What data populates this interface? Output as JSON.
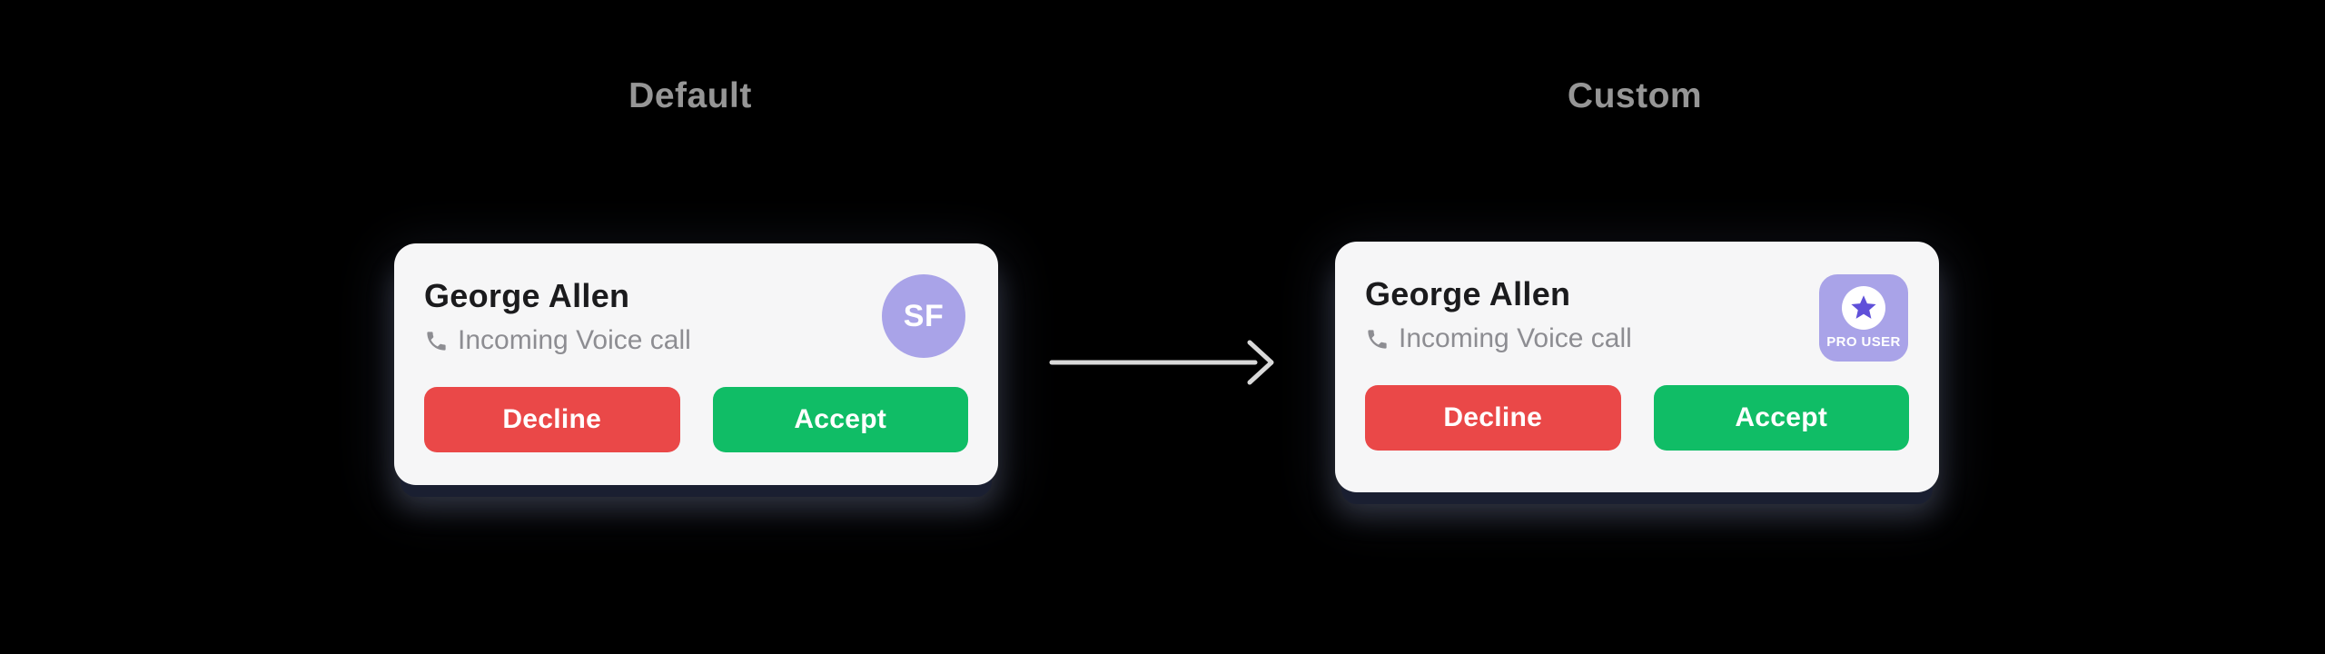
{
  "colors": {
    "background": "#000000",
    "card-bg": "#f6f6f7",
    "title": "#1b1b1d",
    "muted": "#8d8d92",
    "heading": "#969696",
    "purple": "#a9a3e8",
    "star": "#5f50d9",
    "red": "#ea4848",
    "green": "#10bd66",
    "arrow": "#d9d9d9"
  },
  "sections": {
    "default": {
      "heading": "Default",
      "card": {
        "caller_name": "George Allen",
        "call_type": "Incoming Voice call",
        "avatar_initials": "SF",
        "decline_label": "Decline",
        "accept_label": "Accept"
      }
    },
    "custom": {
      "heading": "Custom",
      "card": {
        "caller_name": "George Allen",
        "call_type": "Incoming Voice call",
        "badge_label": "PRO USER",
        "decline_label": "Decline",
        "accept_label": "Accept"
      }
    }
  },
  "icons": {
    "phone": "phone-receiver-icon",
    "star": "five-point-star-icon",
    "arrow": "right-arrow-icon"
  }
}
